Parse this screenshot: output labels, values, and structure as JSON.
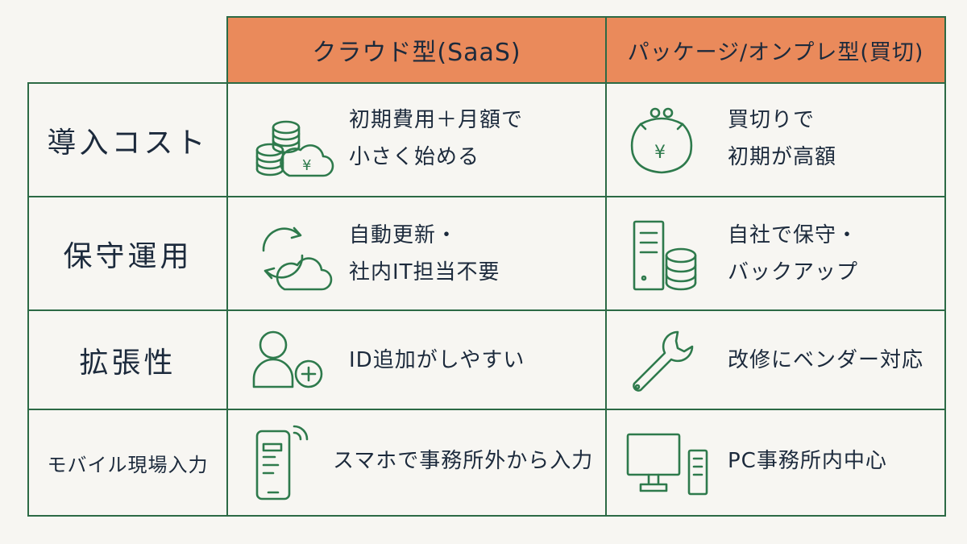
{
  "header": {
    "col_cloud": "クラウド型(SaaS)",
    "col_package": "パッケージ/オンプレ型(買切)"
  },
  "rows": [
    {
      "label": "導入コスト",
      "cloud": {
        "line1": "初期費用＋月額で",
        "line2": "小さく始める",
        "icon": "coins-cloud-yen-icon"
      },
      "package": {
        "line1": "買切りで",
        "line2": "初期が高額",
        "icon": "coin-purse-yen-icon"
      }
    },
    {
      "label": "保守運用",
      "cloud": {
        "line1": "自動更新・",
        "line2": "社内IT担当不要",
        "icon": "sync-cloud-icon"
      },
      "package": {
        "line1": "自社で保守・",
        "line2": "バックアップ",
        "icon": "server-database-icon"
      }
    },
    {
      "label": "拡張性",
      "cloud": {
        "line1": "ID追加がしやすい",
        "icon": "add-user-icon"
      },
      "package": {
        "line1": "改修にベンダー対応",
        "icon": "wrench-icon"
      }
    },
    {
      "label": "モバイル現場入力",
      "cloud": {
        "line1": "スマホで事務所外から入力",
        "icon": "smartphone-wifi-icon"
      },
      "package": {
        "line1": "PC事務所内中心",
        "icon": "desktop-pc-icon"
      }
    }
  ],
  "icon_glyph": {
    "yen": "¥"
  }
}
